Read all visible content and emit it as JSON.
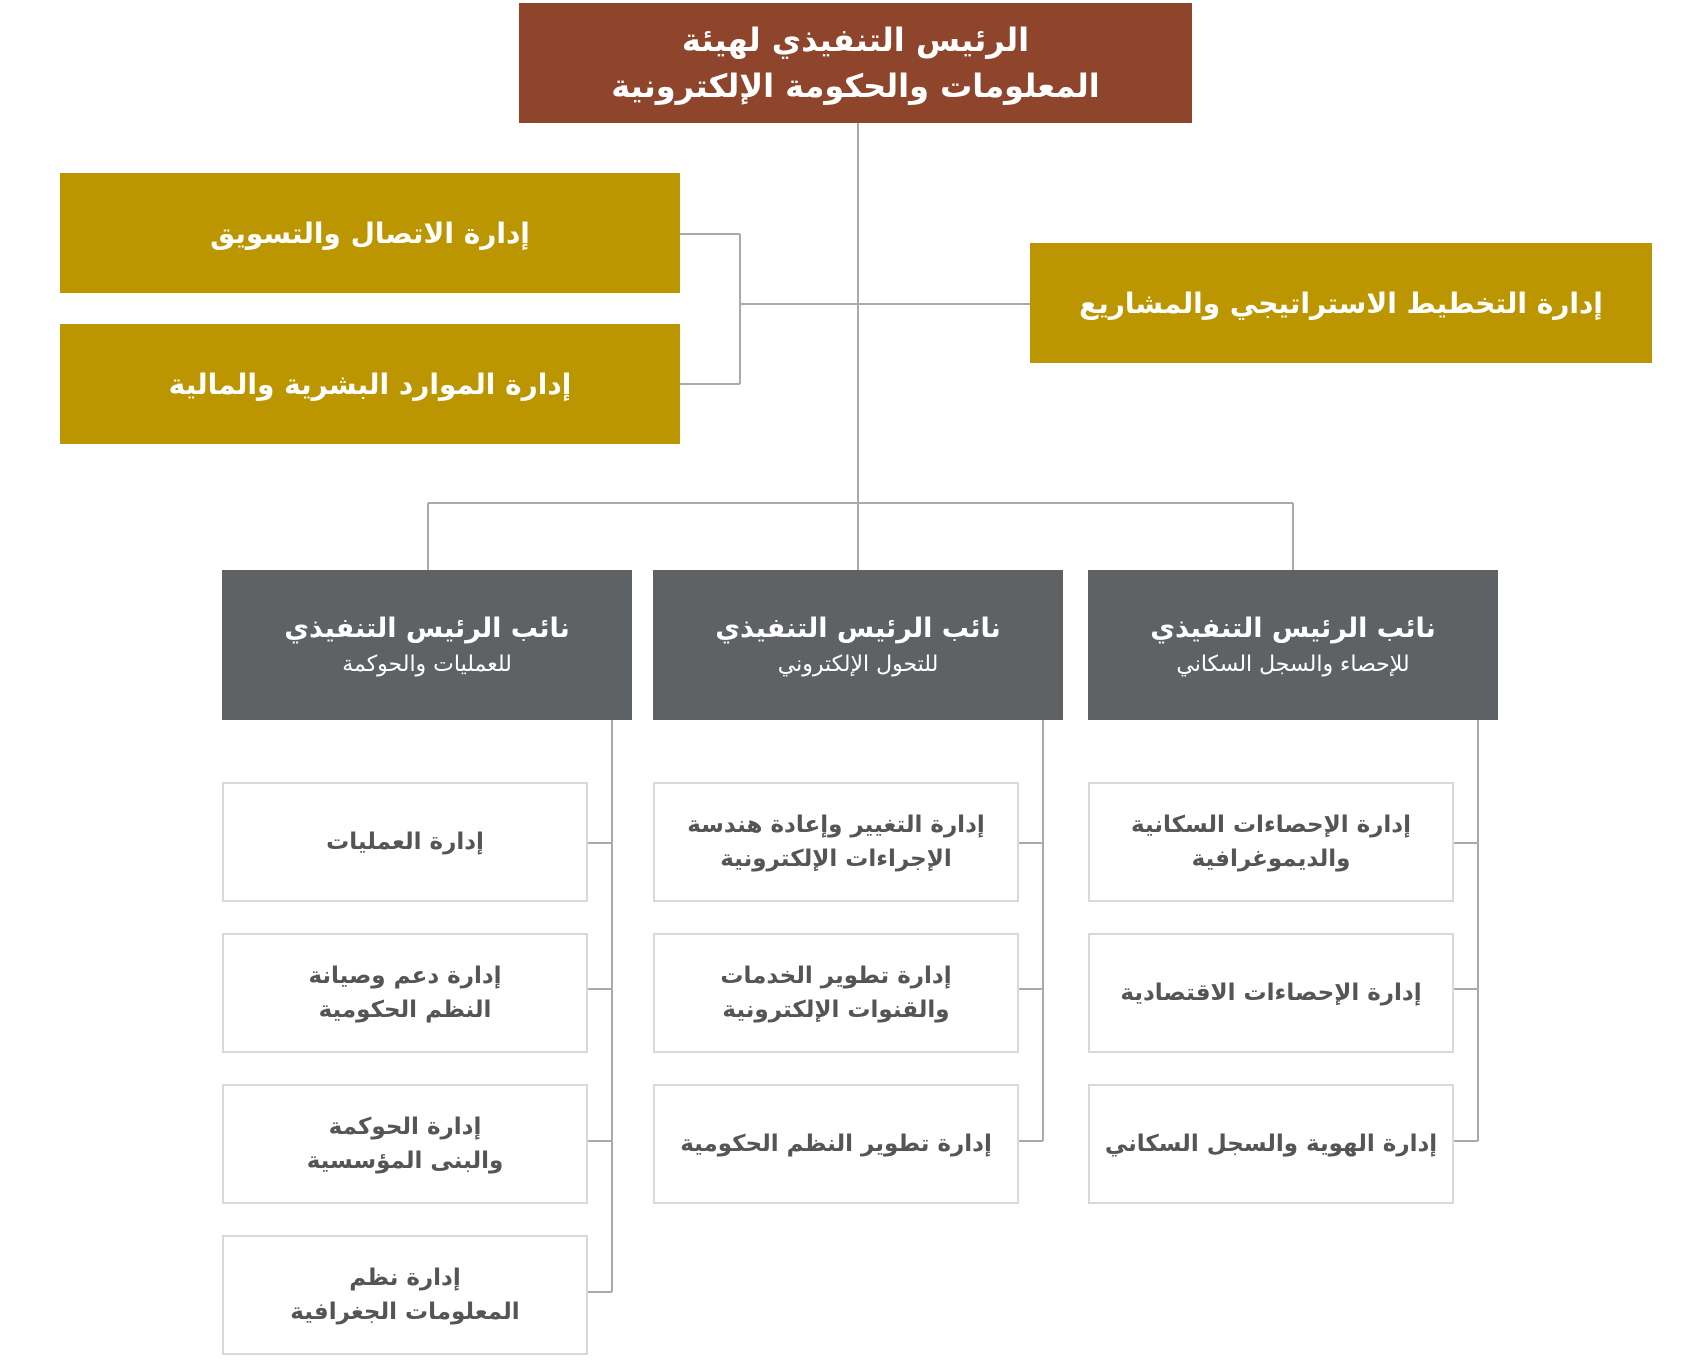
{
  "colors": {
    "ceo_fill": "#8e452c",
    "support_fill": "#bc9600",
    "vp_fill": "#5f6265",
    "dept_border": "#d9d9d9",
    "connector": "#aaaaaa"
  },
  "ceo": {
    "line1": "الرئيس التنفيذي لهيئة",
    "line2": "المعلومات والحكومة الإلكترونية"
  },
  "support_units": {
    "communication": "إدارة الاتصال والتسويق",
    "hr_finance": "إدارة الموارد البشرية والمالية",
    "strategy": "إدارة التخطيط الاستراتيجي والمشاريع"
  },
  "vps": {
    "operations": {
      "title": "نائب الرئيس التنفيذي",
      "subtitle": "للعمليات والحوكمة",
      "departments": [
        {
          "line1": "إدارة العمليات",
          "line2": ""
        },
        {
          "line1": "إدارة دعم وصيانة",
          "line2": "النظم الحكومية"
        },
        {
          "line1": "إدارة الحوكمة",
          "line2": "والبنى المؤسسية"
        },
        {
          "line1": "إدارة نظم",
          "line2": "المعلومات الجغرافية"
        }
      ]
    },
    "transformation": {
      "title": "نائب الرئيس التنفيذي",
      "subtitle": "للتحول الإلكتروني",
      "departments": [
        {
          "line1": "إدارة التغيير وإعادة هندسة",
          "line2": "الإجراءات الإلكترونية"
        },
        {
          "line1": "إدارة تطوير الخدمات",
          "line2": "والقنوات الإلكترونية"
        },
        {
          "line1": "إدارة تطوير النظم الحكومية",
          "line2": ""
        }
      ]
    },
    "statistics": {
      "title": "نائب الرئيس التنفيذي",
      "subtitle": "للإحصاء والسجل السكاني",
      "departments": [
        {
          "line1": "إدارة الإحصاءات السكانية",
          "line2": "والديموغرافية"
        },
        {
          "line1": "إدارة الإحصاءات الاقتصادية",
          "line2": ""
        },
        {
          "line1": "إدارة الهوية والسجل السكاني",
          "line2": ""
        }
      ]
    }
  }
}
